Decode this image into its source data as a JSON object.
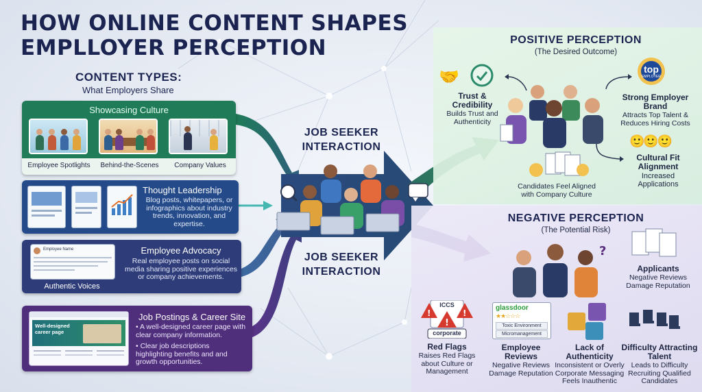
{
  "title": "HOW ONLINE CONTENT SHAPES EMPLLOYER PERCEPTION",
  "content_types": {
    "heading": "CONTENT TYPES:",
    "subheading": "What Employers Share",
    "culture": {
      "title": "Showcasing Culture",
      "captions": [
        "Employee Spotlights",
        "Behind-the-Scenes",
        "Company Values"
      ]
    },
    "thought": {
      "title": "Thought Leadership",
      "body": "Blog posts, whitepapers, or infographics about industry trends, innovation, and expertise."
    },
    "advocacy": {
      "title": "Employee Advocacy",
      "body": "Real employee posts on social media sharing positive experiences or company achievements.",
      "post_name": "Employee Name",
      "caption": "Authentic Voices"
    },
    "jobs": {
      "title": "Job Postings & Career Site",
      "bullet1": "• A well-designed career page with clear company information.",
      "bullet2": "• Clear job descriptions highlighting benefits and and growth opportunities.",
      "site_heading": "Well-designed career page"
    }
  },
  "interaction": {
    "top": "JOB SEEKER INTERACTION",
    "bottom": "JOB SEEKER INTERACTION"
  },
  "positive": {
    "title": "POSITIVE PERCEPTION",
    "subtitle": "(The Desired Outcome)",
    "trust_title": "Trust & Credibility",
    "trust_desc": "Builds Trust and Authenticity",
    "brand_badge": "top",
    "brand_badge_sub": "EMPLOYER",
    "brand_title": "Strong Employer Brand",
    "brand_desc": "Attracts Top Talent & Reduces Hiring Costs",
    "aligned_desc": "Candidates Feel Aligned with Company Culture",
    "fit_title": "Cultural Fit Alignment",
    "fit_desc": "Increased Applications"
  },
  "negative": {
    "title": "NEGATIVE PERCEPTION",
    "subtitle": "(The Potential Risk)",
    "applicants_title": "Applicants",
    "applicants_desc": "Negative Reviews Damage Reputation",
    "iccs_label": "ICCS",
    "corporate_label": "corporate",
    "redflags_title": "Red Flags",
    "redflags_desc": "Raises Red Flags about Culture or Management",
    "glassdoor_logo": "glassdoor",
    "glassdoor_stars": "★★☆☆☆",
    "glassdoor_tag1": "Toxic Environment",
    "glassdoor_tag2": "Micromanagement",
    "reviews_title": "Employee Reviews",
    "reviews_desc": "Negative Reviews Damage Reputation",
    "authenticity_title": "Lack of Authenticity",
    "authenticity_desc": "Inconsistent or Overly Corporate Messaging Feels Inauthentic",
    "difficulty_title": "Difficulty Attracting Talent",
    "difficulty_desc": "Leads to Difficulty Recruiting Qualified Candidates"
  },
  "colors": {
    "culture": "#1f7b58",
    "thought": "#254a8a",
    "advocacy": "#2e3d79",
    "jobs": "#4f2f7c",
    "positive_arrow": "#2d7a4a",
    "negative_arrow": "#5b2d7f",
    "title": "#1b2450"
  }
}
